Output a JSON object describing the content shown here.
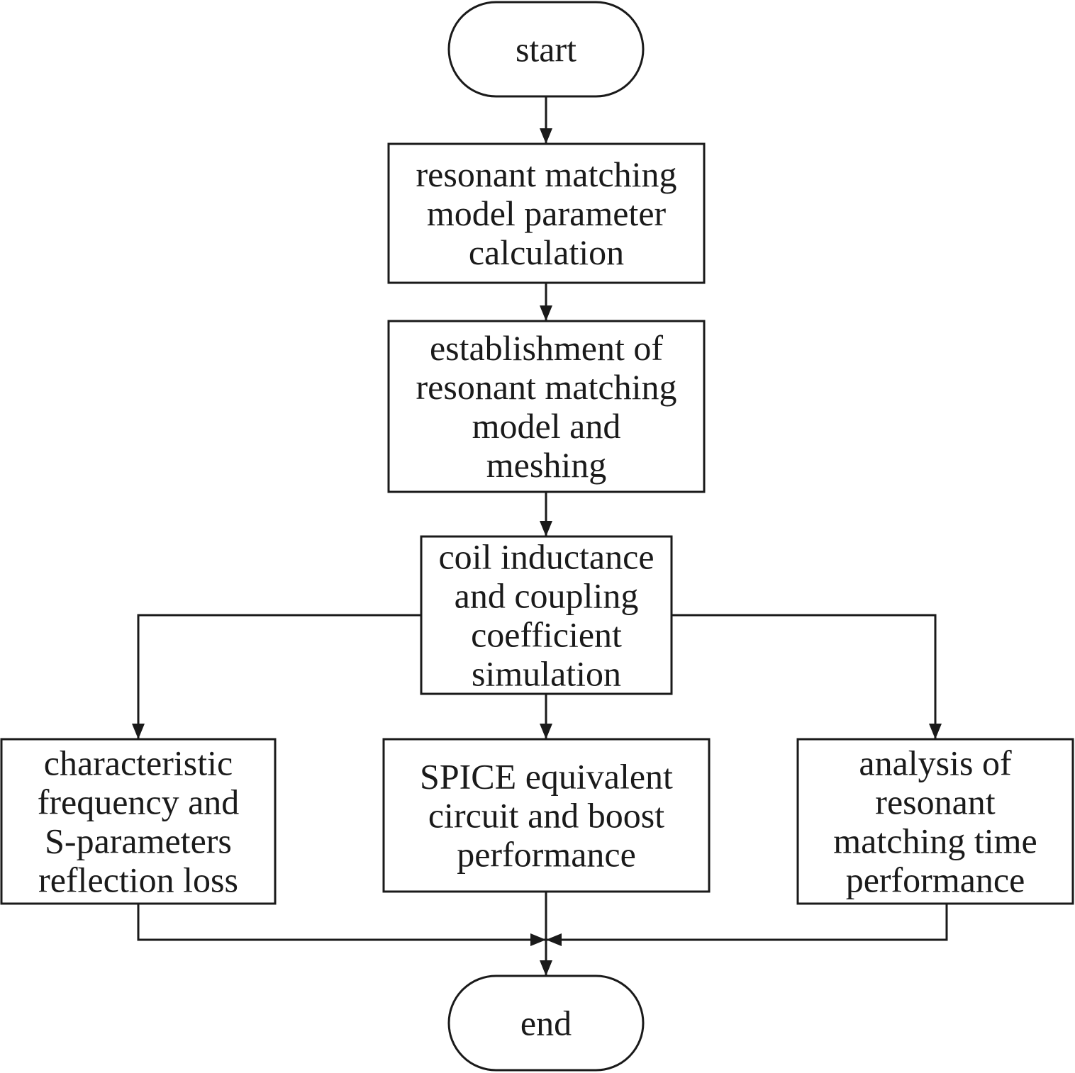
{
  "flowchart": {
    "nodes": [
      {
        "id": "start",
        "shape": "terminal",
        "lines": [
          "start"
        ]
      },
      {
        "id": "param",
        "shape": "process",
        "lines": [
          "resonant matching",
          "model parameter",
          "calculation"
        ]
      },
      {
        "id": "establish",
        "shape": "process",
        "lines": [
          "establishment of",
          "resonant matching",
          "model and",
          "meshing"
        ]
      },
      {
        "id": "coil",
        "shape": "process",
        "lines": [
          "coil inductance",
          "and coupling",
          "coefficient",
          "simulation"
        ]
      },
      {
        "id": "characteristic",
        "shape": "process",
        "lines": [
          "characteristic",
          "frequency and",
          "S-parameters",
          "reflection loss"
        ]
      },
      {
        "id": "spice",
        "shape": "process",
        "lines": [
          "SPICE equivalent",
          "circuit and boost",
          "performance"
        ]
      },
      {
        "id": "analysis",
        "shape": "process",
        "lines": [
          "analysis of",
          "resonant",
          "matching time",
          "performance"
        ]
      },
      {
        "id": "end",
        "shape": "terminal",
        "lines": [
          "end"
        ]
      }
    ],
    "edges": [
      {
        "from": "start",
        "to": "param"
      },
      {
        "from": "param",
        "to": "establish"
      },
      {
        "from": "establish",
        "to": "coil"
      },
      {
        "from": "coil",
        "to": "characteristic"
      },
      {
        "from": "coil",
        "to": "spice"
      },
      {
        "from": "coil",
        "to": "analysis"
      },
      {
        "from": "characteristic",
        "to": "end"
      },
      {
        "from": "spice",
        "to": "end"
      },
      {
        "from": "analysis",
        "to": "end"
      }
    ]
  }
}
